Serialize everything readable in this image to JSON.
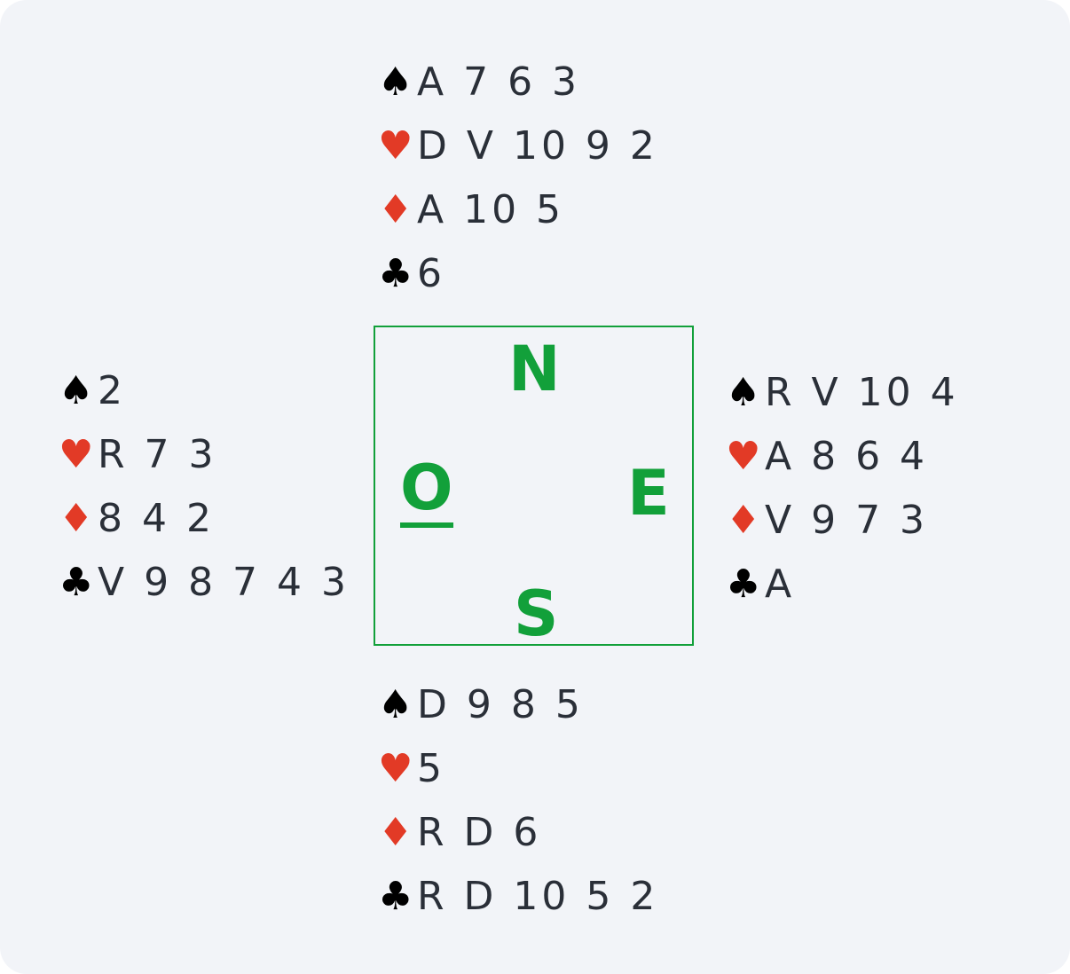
{
  "colors": {
    "background": "#f2f4f8",
    "text": "#2a2f38",
    "red_suit": "#e23a26",
    "black_suit": "#000000",
    "compass": "#12a03a"
  },
  "symbols": {
    "spade": "♠",
    "heart": "♥",
    "diamond": "♦",
    "club": "♣"
  },
  "hands": {
    "north": {
      "spades": "A 7 6 3",
      "hearts": "D V 10 9 2",
      "diamonds": "A 10 5",
      "clubs": "6"
    },
    "west": {
      "spades": "2",
      "hearts": "R 7 3",
      "diamonds": "8 4 2",
      "clubs": "V 9 8 7 4 3"
    },
    "east": {
      "spades": "R V 10 4",
      "hearts": "A 8 6 4",
      "diamonds": "V 9 7 3",
      "clubs": "A"
    },
    "south": {
      "spades": "D 9 8 5",
      "hearts": "5",
      "diamonds": "R D 6",
      "clubs": "R D 10 5 2"
    }
  },
  "compass": {
    "north": "N",
    "east": "E",
    "south": "S",
    "west": "O",
    "highlighted": "west"
  }
}
